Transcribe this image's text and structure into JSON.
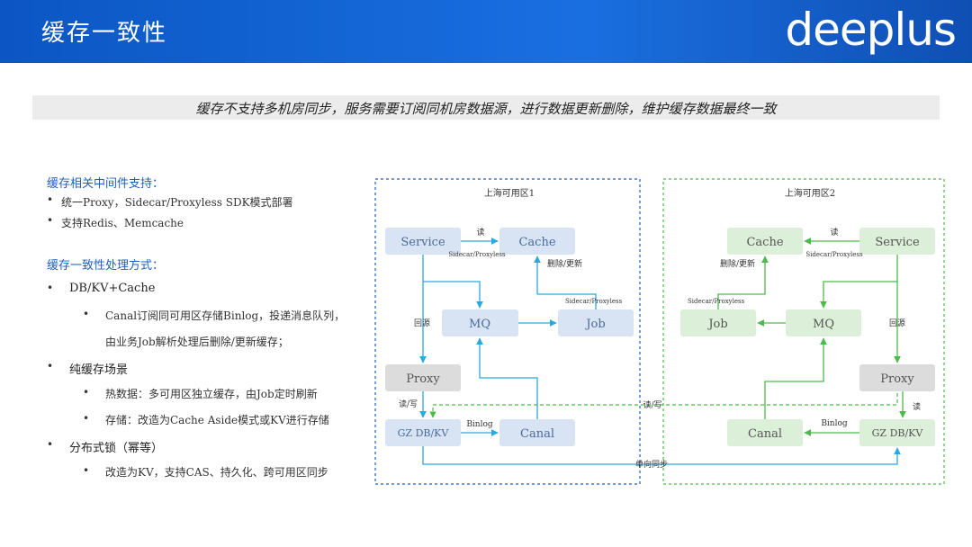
{
  "header": {
    "title": "缓存一致性",
    "logo": "deeplus"
  },
  "banner": "缓存不支持多机房同步，服务需要订阅同机房数据源，进行数据更新删除，维护缓存数据最终一致",
  "left": {
    "section1_title": "缓存相关中间件支持：",
    "section1_items": [
      "统一Proxy，Sidecar/Proxyless SDK模式部署",
      "支持Redis、Memcache"
    ],
    "section2_title": "缓存一致性处理方式：",
    "groups": [
      {
        "title": "DB/KV+Cache",
        "items": [
          "Canal订阅同可用区存储Binlog，投递消息队列，",
          "由业务Job解析处理后删除/更新缓存；"
        ]
      },
      {
        "title": "纯缓存场景",
        "items": [
          "热数据：多可用区独立缓存，由Job定时刷新",
          "存储：改造为Cache Aside模式或KV进行存储"
        ]
      },
      {
        "title": "分布式锁（幂等）",
        "items": [
          "改造为KV，支持CAS、持久化、跨可用区同步"
        ]
      }
    ]
  },
  "diagram": {
    "zone1": "上海可用区1",
    "zone2": "上海可用区2",
    "nodes": {
      "service": "Service",
      "cache": "Cache",
      "mq": "MQ",
      "job": "Job",
      "proxy": "Proxy",
      "db": "GZ DB/KV",
      "canal": "Canal"
    },
    "labels": {
      "read": "读",
      "sidecar": "Sidecar/Proxyless",
      "delete_update": "删除/更新",
      "fallback": "回源",
      "read_write": "读/写",
      "binlog": "Binlog",
      "one_way_sync": "单向同步"
    },
    "colors": {
      "zone1_accent": "#2aa8e0",
      "zone1_box": "#d8e4f4",
      "zone2_accent": "#4cbb4c",
      "zone2_box": "#dcefd8",
      "cross_line": "#2aa8e0"
    }
  }
}
